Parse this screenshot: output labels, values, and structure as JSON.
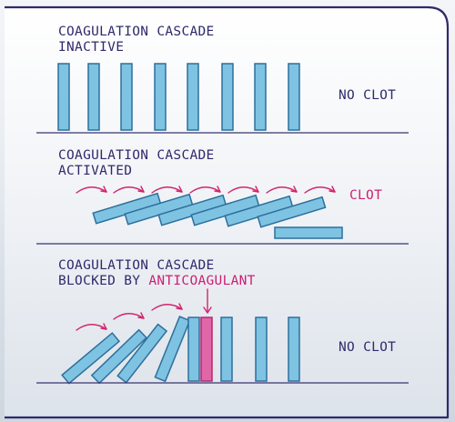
{
  "panels": [
    {
      "id": "inactive",
      "title_line1": "COAGULATION CASCADE",
      "title_line2": "INACTIVE",
      "outcome": "NO CLOT"
    },
    {
      "id": "activated",
      "title_line1": "COAGULATION CASCADE",
      "title_line2": "ACTIVATED",
      "outcome": "CLOT"
    },
    {
      "id": "blocked",
      "title_line1": "COAGULATION CASCADE",
      "title_line2_prefix": "BLOCKED BY",
      "title_line2_highlight": "ANTICOAGULANT",
      "outcome": "NO CLOT"
    }
  ],
  "colors": {
    "border": "#2f2a6b",
    "text": "#2f2a6b",
    "accent": "#cc1f73",
    "domino_fill": "#7fc3e3",
    "domino_stroke": "#2d6f9c",
    "anticoagulant_fill": "#e066a8"
  }
}
